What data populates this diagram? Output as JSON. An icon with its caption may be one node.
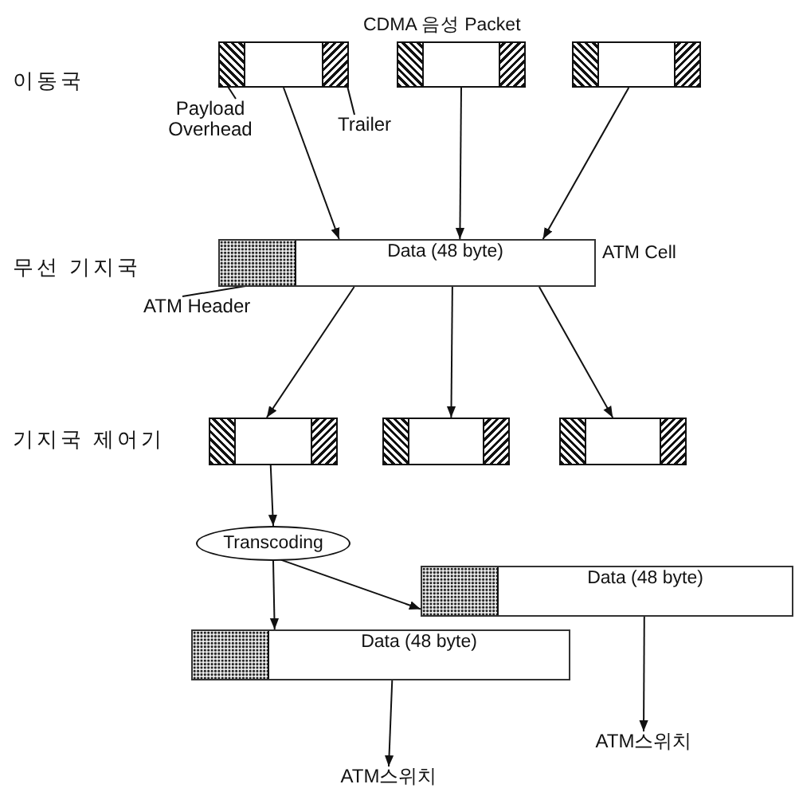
{
  "diagram": {
    "nodes": [
      {
        "text": [],
        "shape": "box"
      },
      {
        "text": [],
        "shape": "bar",
        "in": 0
      },
      {
        "text": [],
        "shape": "bar",
        "in": 0
      },
      {
        "text": [],
        "shape": "box"
      },
      {
        "text": [],
        "shape": "box"
      },
      {
        "text": [
          "Payload Overhead"
        ]
      },
      {
        "text": [
          "Trailer"
        ]
      },
      {
        "text": [
          "Data (48 byte)"
        ],
        "beside": [
          "ATM Cell"
        ]
      },
      {
        "text": [],
        "shape": "bar",
        "in": 7
      },
      {
        "text": [
          "ATM Header"
        ]
      },
      {
        "text": [],
        "shape": "box"
      },
      {
        "text": [],
        "shape": "box"
      },
      {
        "text": [],
        "shape": "box"
      },
      {
        "text": [
          "Transcoding"
        ]
      },
      {
        "text": [
          "Data (48 byte)"
        ]
      },
      {
        "text": [
          "Data (48 byte)"
        ]
      },
      {
        "text": [
          "ATM스위치"
        ]
      },
      {
        "text": [
          "ATM스위치"
        ]
      }
    ],
    "edges": [
      {
        "from": 0,
        "to": 7,
        "arrow": "to"
      },
      {
        "from": 3,
        "to": 7,
        "arrow": "to"
      },
      {
        "from": 4,
        "to": 7,
        "arrow": "to"
      },
      {
        "from": 7,
        "to": 10,
        "arrow": "to"
      },
      {
        "from": 7,
        "to": 11,
        "arrow": "to"
      },
      {
        "from": 7,
        "to": 12,
        "arrow": "to"
      },
      {
        "from": 10,
        "to": 13,
        "arrow": "to"
      },
      {
        "from": 13,
        "to": 15,
        "arrow": "to"
      },
      {
        "from": 13,
        "to": 14,
        "arrow": "to"
      },
      {
        "from": 14,
        "to": 16,
        "arrow": "to"
      },
      {
        "from": 15,
        "to": 17,
        "arrow": "to"
      },
      {
        "from": 5,
        "to": 1,
        "arrow": "none"
      },
      {
        "from": 6,
        "to": 2,
        "arrow": "none"
      },
      {
        "from": 9,
        "to": 8,
        "arrow": "none"
      }
    ],
    "labels": [
      "CDMA 음성 Packet",
      "이동국",
      "무선 기지국",
      "기지국 제어기"
    ]
  }
}
